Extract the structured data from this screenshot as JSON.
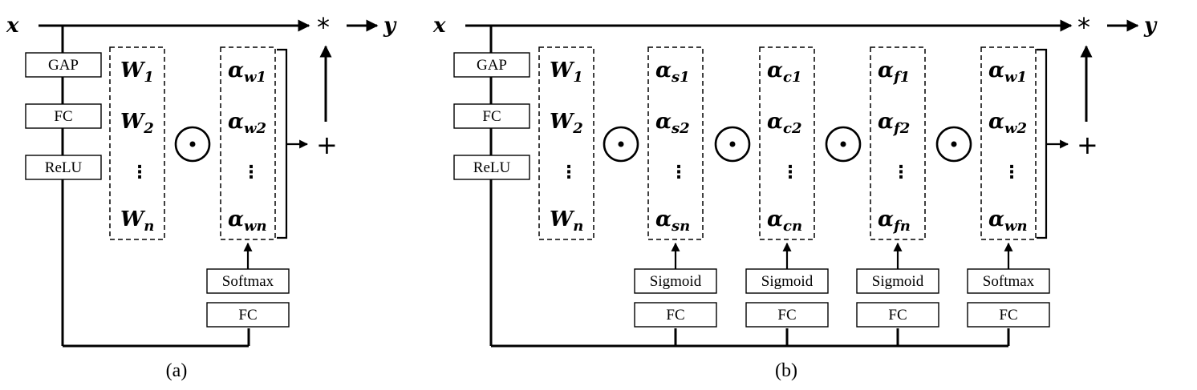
{
  "panel_a": {
    "caption": "(a)",
    "input": "x",
    "output": "y",
    "op_times": "*",
    "op_plus": "+",
    "op_hadamard": "⊙",
    "side_boxes": [
      "GAP",
      "FC",
      "ReLU"
    ],
    "w_cells": [
      "W",
      "W",
      "⋮",
      "W"
    ],
    "w_subs": [
      "1",
      "2",
      "",
      "n"
    ],
    "alpha_cells": [
      "α",
      "α",
      "⋮",
      "α"
    ],
    "alpha_subs": [
      "w1",
      "w2",
      "",
      "wn"
    ],
    "bottom_boxes": [
      "Softmax",
      "FC"
    ]
  },
  "panel_b": {
    "caption": "(b)",
    "input": "x",
    "output": "y",
    "op_times": "*",
    "op_plus": "+",
    "op_hadamard": "⊙",
    "side_boxes": [
      "GAP",
      "FC",
      "ReLU"
    ],
    "w_cells": [
      "W",
      "W",
      "⋮",
      "W"
    ],
    "w_subs": [
      "1",
      "2",
      "",
      "n"
    ],
    "groups": [
      {
        "symbol": "α",
        "subs": [
          "s1",
          "s2",
          "",
          "sn"
        ],
        "activation": "Sigmoid",
        "fc": "FC"
      },
      {
        "symbol": "α",
        "subs": [
          "c1",
          "c2",
          "",
          "cn"
        ],
        "activation": "Sigmoid",
        "fc": "FC"
      },
      {
        "symbol": "α",
        "subs": [
          "f1",
          "f2",
          "",
          "fn"
        ],
        "activation": "Sigmoid",
        "fc": "FC"
      },
      {
        "symbol": "α",
        "subs": [
          "w1",
          "w2",
          "",
          "wn"
        ],
        "activation": "Softmax",
        "fc": "FC"
      }
    ],
    "vdots": "⋮"
  }
}
